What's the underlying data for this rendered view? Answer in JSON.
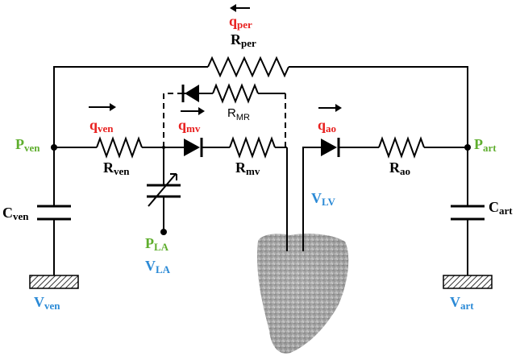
{
  "labels": {
    "q_per": {
      "main": "q",
      "sub": "per"
    },
    "R_per": {
      "main": "R",
      "sub": "per"
    },
    "R_MR": {
      "main": "R",
      "sub": "MR"
    },
    "q_ven": {
      "main": "q",
      "sub": "ven"
    },
    "q_mv": {
      "main": "q",
      "sub": "mv"
    },
    "q_ao": {
      "main": "q",
      "sub": "ao"
    },
    "P_ven": {
      "main": "P",
      "sub": "ven"
    },
    "R_ven": {
      "main": "R",
      "sub": "ven"
    },
    "R_mv": {
      "main": "R",
      "sub": "mv"
    },
    "R_ao": {
      "main": "R",
      "sub": "ao"
    },
    "P_art": {
      "main": "P",
      "sub": "art"
    },
    "V_LV": {
      "main": "V",
      "sub": "LV"
    },
    "C_ven": {
      "main": "C",
      "sub": "ven"
    },
    "C_art": {
      "main": "C",
      "sub": "art"
    },
    "P_LA": {
      "main": "P",
      "sub": "LA"
    },
    "V_LA": {
      "main": "V",
      "sub": "LA"
    },
    "V_ven": {
      "main": "V",
      "sub": "ven"
    },
    "V_art": {
      "main": "V",
      "sub": "art"
    }
  },
  "colors": {
    "flow": "#e8201f",
    "pressure": "#5fae2e",
    "volume": "#2b8ad6",
    "component": "#000000",
    "heart": "#a9a9a9"
  },
  "icons": {
    "heart": "heart-mesh-icon",
    "ground": "ground-hatch-icon"
  }
}
